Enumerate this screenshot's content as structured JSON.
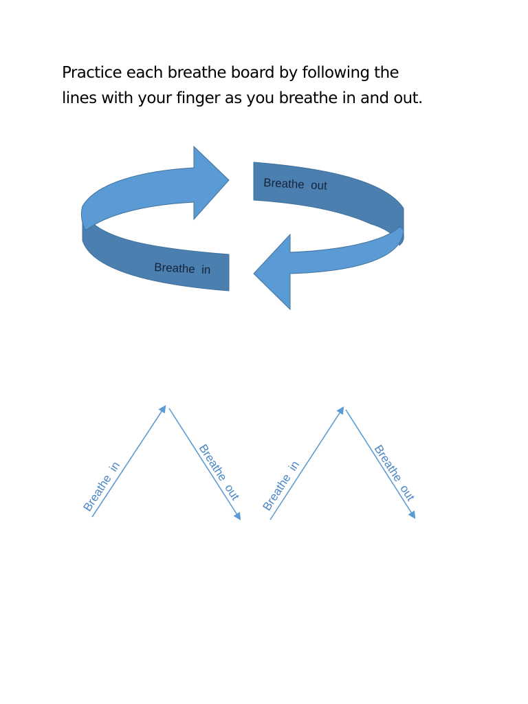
{
  "instructions": {
    "line1": "Practice each breathe board by following the",
    "line2": "lines with your finger as you breathe in and out."
  },
  "circular_board": {
    "label_top": "Breathe  out",
    "label_bottom": "Breathe  in"
  },
  "zigzag_boards": [
    {
      "up_label": "Breathe  in",
      "down_label": "Breathe  out"
    },
    {
      "up_label": "Breathe  in",
      "down_label": "Breathe  out"
    }
  ],
  "colors": {
    "arrow_light": "#5b9bd5",
    "arrow_dark": "#4a7fb0",
    "arrow_stroke": "#41719c",
    "zigzag_line": "#5b9bd5",
    "zigzag_text": "#4a86c8"
  }
}
